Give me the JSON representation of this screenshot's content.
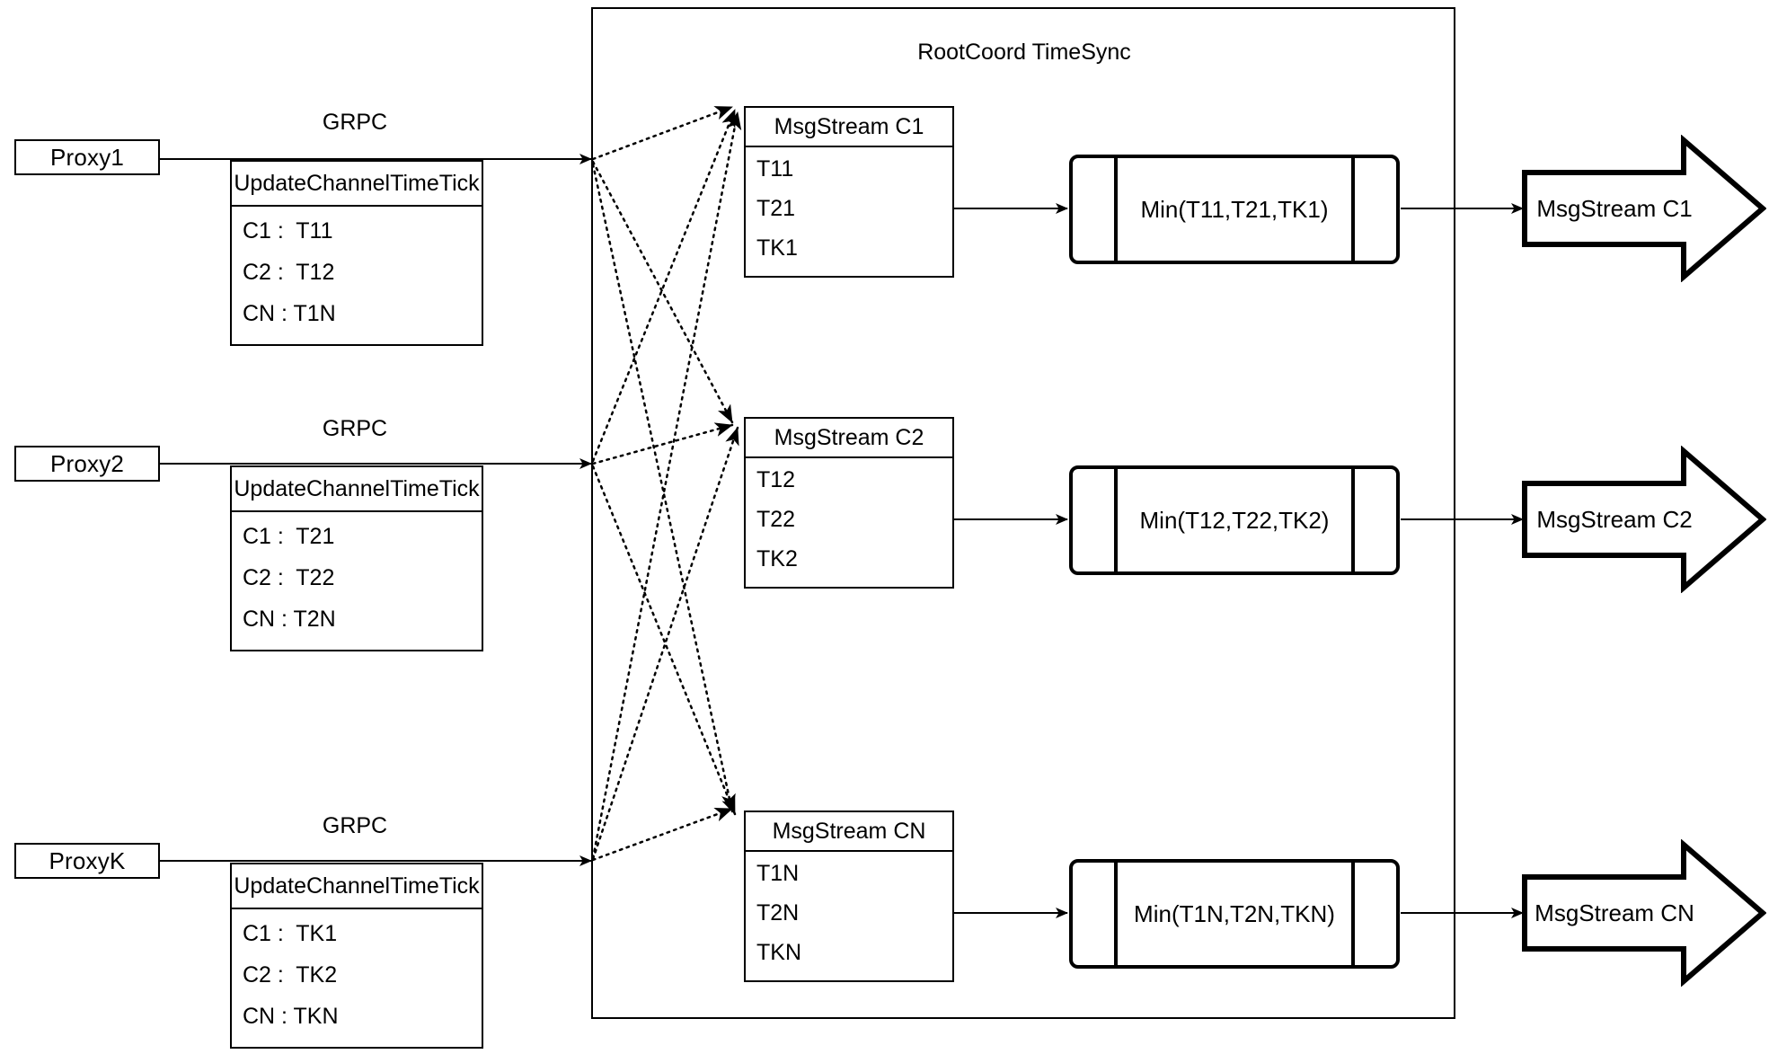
{
  "diagram": {
    "title": "RootCoord TimeSync",
    "container_label": "RootCoord TimeSync"
  },
  "proxies": [
    {
      "name": "Proxy1",
      "grpc_label": "GRPC",
      "rpc_title": "UpdateChannelTimeTick",
      "entries": [
        "C1 :  T11",
        "C2 :  T12",
        "CN : T1N"
      ]
    },
    {
      "name": "Proxy2",
      "grpc_label": "GRPC",
      "rpc_title": "UpdateChannelTimeTick",
      "entries": [
        "C1 :  T21",
        "C2 :  T22",
        "CN : T2N"
      ]
    },
    {
      "name": "ProxyK",
      "grpc_label": "GRPC",
      "rpc_title": "UpdateChannelTimeTick",
      "entries": [
        "C1 :  TK1",
        "C2 :  TK2",
        "CN : TKN"
      ]
    }
  ],
  "channels": [
    {
      "stream_title": "MsgStream C1",
      "ticks": [
        "T11",
        "T21",
        "TK1"
      ],
      "min_label": "Min(T11,T21,TK1)",
      "output_label": "MsgStream C1"
    },
    {
      "stream_title": "MsgStream C2",
      "ticks": [
        "T12",
        "T22",
        "TK2"
      ],
      "min_label": "Min(T12,T22,TK2)",
      "output_label": "MsgStream C2"
    },
    {
      "stream_title": "MsgStream CN",
      "ticks": [
        "T1N",
        "T2N",
        "TKN"
      ],
      "min_label": "Min(T1N,T2N,TKN)",
      "output_label": "MsgStream CN"
    }
  ],
  "colors": {
    "stroke": "#000000",
    "background": "#ffffff"
  }
}
